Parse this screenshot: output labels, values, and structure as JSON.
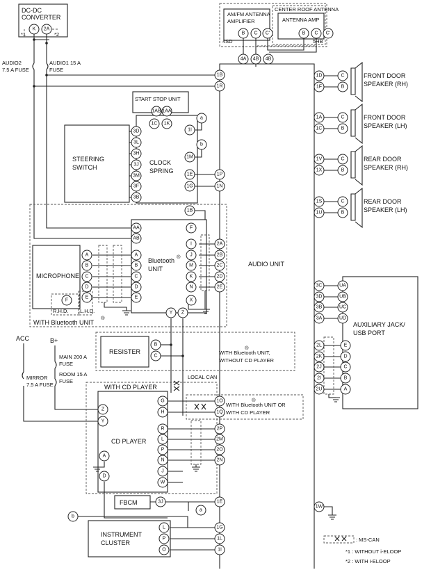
{
  "labels": {
    "dcdc": [
      "DC-DC",
      "CONVERTER"
    ],
    "star1": "*1",
    "star2": "*2",
    "audio2": [
      "AUDIO2",
      "7.5 A FUSE"
    ],
    "audio1": [
      "AUDIO1 15 A",
      "FUSE"
    ],
    "amfm": [
      "AM/FM ANTENNA",
      "AMPLIFIER"
    ],
    "sd4": "4SD",
    "roof_title": "CENTER ROOF ANTENNA",
    "roof_amp": "ANTENNA AMP",
    "hb5": "5HB",
    "ssu": "START STOP UNIT",
    "steer": [
      "STEERING",
      "SWITCH"
    ],
    "clock": [
      "CLOCK",
      "SPRING"
    ],
    "bt": [
      "Bluetooth",
      "UNIT"
    ],
    "reg": "®",
    "micro": "MICROPHONE",
    "rhd": "R.H.D.",
    "lhd": "L.H.D.",
    "with_bt": "WITH Bluetooth   UNIT",
    "audio_unit": "AUDIO UNIT",
    "fdr": [
      "FRONT DOOR",
      "SPEAKER (RH)"
    ],
    "fdl": [
      "FRONT DOOR",
      "SPEAKER (LH)"
    ],
    "rdr": [
      "REAR DOOR",
      "SPEAKER (RH)"
    ],
    "rdl": [
      "REAR DOOR",
      "SPEAKER (LH)"
    ],
    "aux": [
      "AUXILIARY JACK/",
      "USB PORT"
    ],
    "acc": "ACC",
    "bplus": "B+",
    "mirror": [
      "MIRROR",
      "7.5 A FUSE"
    ],
    "main": [
      "MAIN 200 A",
      "FUSE"
    ],
    "room": [
      "ROOM 15 A",
      "FUSE"
    ],
    "resister": "RESISTER",
    "wbt_nocd": [
      "WITH Bluetooth   UNIT,",
      "WITHOUT CD PLAYER"
    ],
    "localcan": "LOCAL CAN",
    "with_cd": "WITH CD PLAYER",
    "wbt_or_cd": [
      "WITH Bluetooth   UNIT OR",
      "WITH CD PLAYER"
    ],
    "cdp": "CD PLAYER",
    "fbcm": "FBCM",
    "ic": [
      "INSTRUMENT",
      "CLUSTER"
    ],
    "legend": [
      ": MS-CAN",
      "*1 : WITHOUT i-ELOOP",
      "*2 : WITH i-ELOOP"
    ]
  },
  "pins": {
    "dcdc": [
      "K",
      "2A"
    ],
    "amfm": [
      "B",
      "C",
      "C'"
    ],
    "roof": [
      "B",
      "C",
      "C'"
    ],
    "au_top": [
      "4A",
      "4B",
      "4B"
    ],
    "au_left": [
      "1B",
      "1R",
      "1P",
      "1N",
      "2A",
      "2B",
      "2C",
      "2D",
      "2E",
      "1O",
      "1Q",
      "2P",
      "2M",
      "2O",
      "2N",
      "1E",
      "1G",
      "1L",
      "1I"
    ],
    "au_right": [
      "1D",
      "1F",
      "1A",
      "1C",
      "1V",
      "1X",
      "1S",
      "1U",
      "3C",
      "3D",
      "3B",
      "3A",
      "2L",
      "2K",
      "2J",
      "2I",
      "2U",
      "1W"
    ],
    "spk": [
      "C",
      "B"
    ],
    "aux_l": [
      "UA",
      "UB",
      "UC",
      "UD"
    ],
    "aux_r": [
      "E",
      "D",
      "C",
      "B",
      "A"
    ],
    "ssu": [
      "1AB",
      "1AA"
    ],
    "cs_l": [
      "3D",
      "3L",
      "3H",
      "3J",
      "3M",
      "3F",
      "3B"
    ],
    "cs_mid": [
      "1C",
      "1K"
    ],
    "cs_r": [
      "1I",
      "1M",
      "1E",
      "1G"
    ],
    "cs_b": "1B",
    "ab": [
      "a",
      "b"
    ],
    "bt_l": [
      "AA",
      "AB",
      "A",
      "B",
      "C",
      "D",
      "E"
    ],
    "bt_r": [
      "F",
      "I",
      "J",
      "M",
      "K",
      "N",
      "X"
    ],
    "bt_b": [
      "Y",
      "Z"
    ],
    "mic": [
      "A",
      "B",
      "C",
      "D",
      "E",
      "F"
    ],
    "res": [
      "B",
      "C"
    ],
    "cd_l": [
      "Z",
      "Y",
      "A",
      "D"
    ],
    "cd_r": [
      "G",
      "H",
      "R",
      "L",
      "P",
      "N",
      "J",
      "W"
    ],
    "fbcm": "3J",
    "ic": [
      "L",
      "P",
      "O"
    ]
  }
}
